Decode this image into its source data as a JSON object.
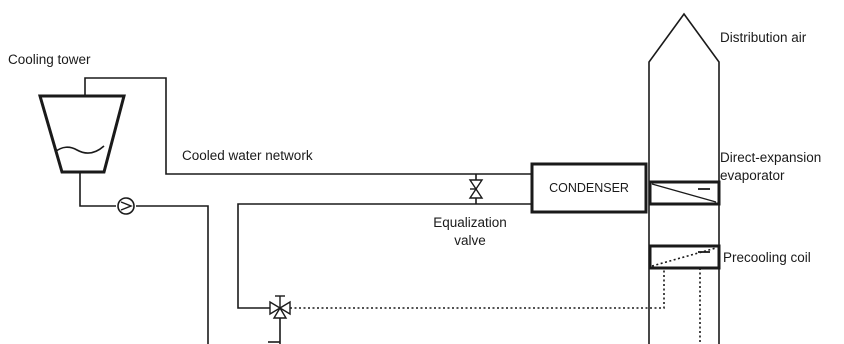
{
  "labels": {
    "cooling_tower": "Cooling tower",
    "cooled_water_network": "Cooled water network",
    "equalization_valve_line1": "Equalization",
    "equalization_valve_line2": "valve",
    "condenser": "CONDENSER",
    "distribution_air": "Distribution air",
    "dx_evaporator_line1": "Direct-expansion",
    "dx_evaporator_line2": "evaporator",
    "precooling_coil": "Precooling coil"
  },
  "colors": {
    "line": "#1a1a1a",
    "background": "#ffffff"
  }
}
